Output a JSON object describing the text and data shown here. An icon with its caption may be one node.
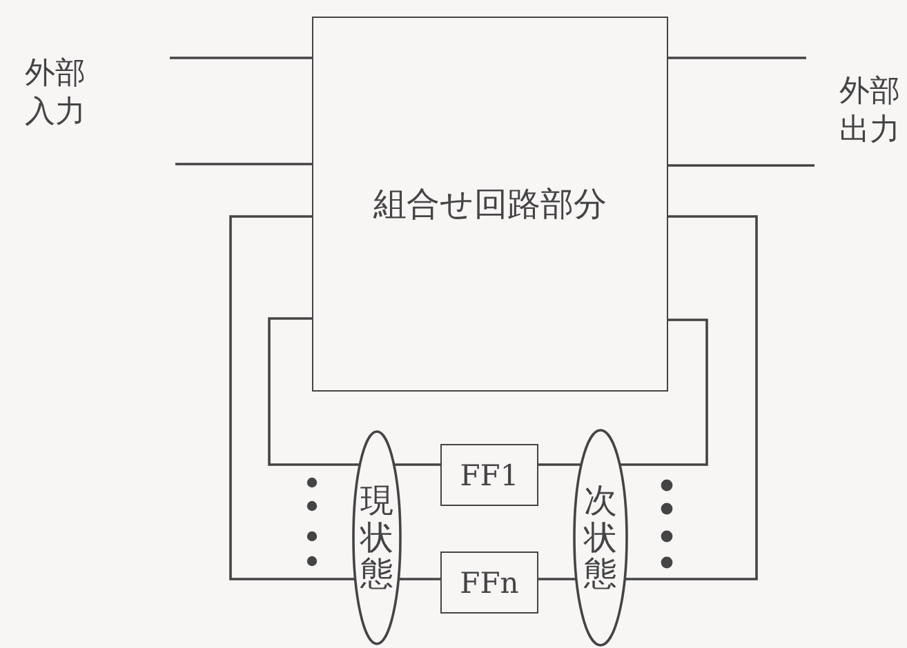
{
  "diagram": {
    "nodes": [
      {
        "text": [
          "組合せ回路部分"
        ]
      },
      {
        "text": [
          "現状態"
        ]
      },
      {
        "text": [
          "FF1"
        ]
      },
      {
        "text": [
          "FFn"
        ]
      },
      {
        "text": [
          "次状態"
        ]
      }
    ],
    "edges": [
      {
        "from": null,
        "to": 0,
        "arrow": "none"
      },
      {
        "from": null,
        "to": 0,
        "arrow": "none"
      },
      {
        "from": 0,
        "to": null,
        "arrow": "none"
      },
      {
        "from": 0,
        "to": null,
        "arrow": "none"
      },
      {
        "from": 0,
        "to": 4,
        "arrow": "none"
      },
      {
        "from": 0,
        "to": 4,
        "arrow": "none"
      },
      {
        "from": 4,
        "to": 2,
        "arrow": "none"
      },
      {
        "from": 4,
        "to": 3,
        "arrow": "none"
      },
      {
        "from": 2,
        "to": 1,
        "arrow": "none"
      },
      {
        "from": 3,
        "to": 1,
        "arrow": "none"
      },
      {
        "from": 1,
        "to": 0,
        "arrow": "none"
      },
      {
        "from": 1,
        "to": 0,
        "arrow": "none"
      }
    ],
    "labels": [
      "外部入力",
      "外部出力"
    ]
  }
}
